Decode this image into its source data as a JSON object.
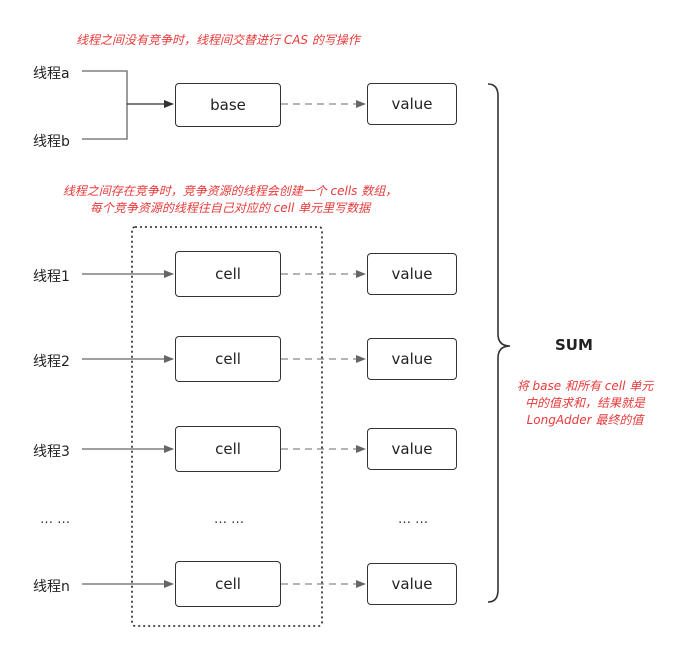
{
  "notes": {
    "top": "线程之间没有竞争时，线程间交替进行 CAS 的写操作",
    "middle_line1": "线程之间存在竞争时，竞争资源的线程会创建一个 cells 数组，",
    "middle_line2": "每个竞争资源的线程往自己对应的 cell 单元里写数据",
    "sum_line1": "将 base 和所有 cell 单元",
    "sum_line2": "中的值求和，结果就是",
    "sum_line3": "LongAdder 最终的值"
  },
  "threads": {
    "a": "线程a",
    "b": "线程b",
    "t1": "线程1",
    "t2": "线程2",
    "t3": "线程3",
    "ellipsis": "… …",
    "tn": "线程n"
  },
  "boxes": {
    "base": "base",
    "cell": "cell",
    "value": "value",
    "cell_ellipsis": "… …",
    "value_ellipsis": "… …"
  },
  "sum": {
    "label": "SUM"
  },
  "colors": {
    "note": "#e8393a",
    "stroke": "#333333",
    "dashed": "#888888"
  }
}
